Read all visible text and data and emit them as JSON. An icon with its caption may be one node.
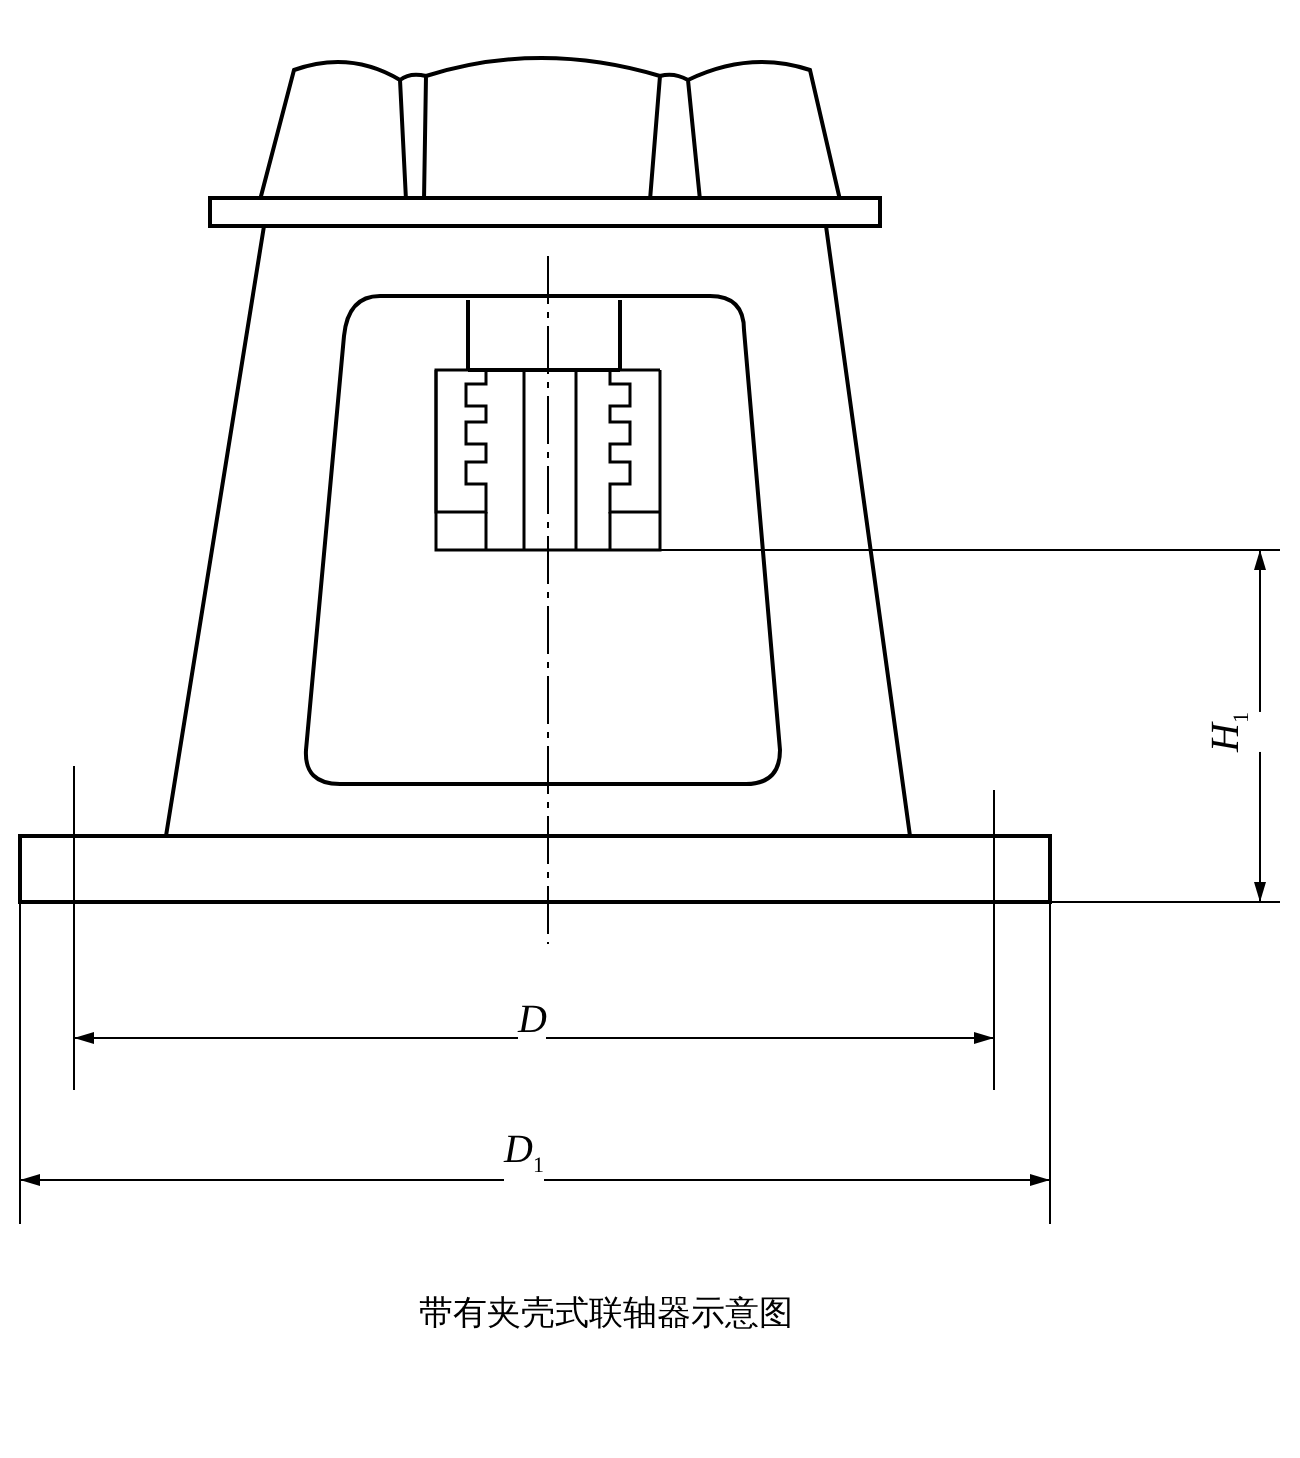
{
  "diagram": {
    "caption": "带有夹壳式联轴器示意图",
    "labels": [
      "H$_{1}$",
      "D",
      "D$_{1}$"
    ]
  }
}
